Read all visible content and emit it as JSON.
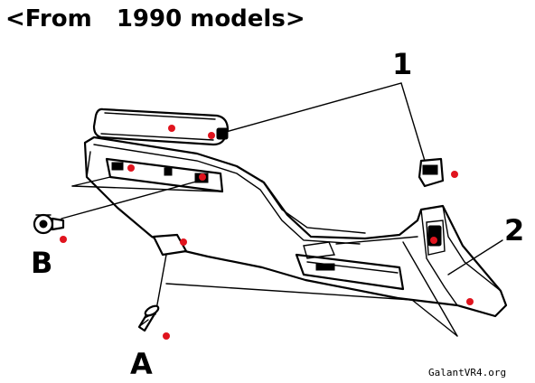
{
  "heading": "<From   1990 models>",
  "callouts": {
    "part_1": "1",
    "part_2": "2",
    "fastener_a": "A",
    "fastener_b": "B"
  },
  "watermark": "GalantVR4.org",
  "colors": {
    "line": "#000000",
    "marker": "#e0141e",
    "background": "#ffffff"
  }
}
